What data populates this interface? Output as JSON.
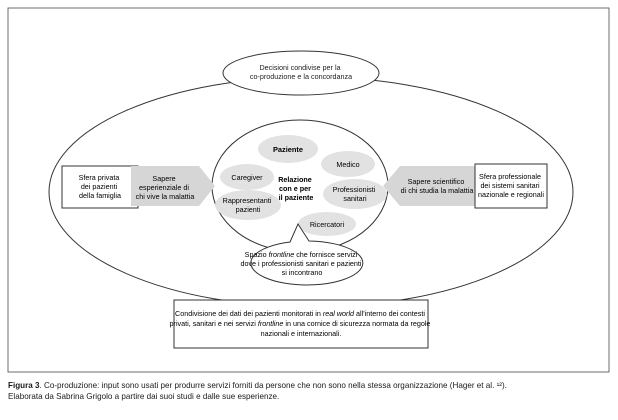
{
  "decisions_box": [
    "Decisioni condivise per la",
    "co-produzione e la concordanza"
  ],
  "left_sphere": [
    "Sfera privata",
    "dei pazienti",
    "della famiglia"
  ],
  "left_knowledge": [
    "Sapere",
    "esperienziale di",
    "chi vive la malattia"
  ],
  "right_knowledge": [
    "Sapere scientifico",
    "di chi studia la malattia"
  ],
  "right_sphere": [
    "Sfera professionale",
    "dei sistemi sanitari",
    "nazionale e regionali"
  ],
  "actors": {
    "paziente": "Paziente",
    "medico": "Medico",
    "caregiver": "Caregiver",
    "center": [
      "Relazione",
      "con e per",
      "il paziente"
    ],
    "professionisti": [
      "Professionisti",
      "sanitari"
    ],
    "rappresentanti": [
      "Rappresentanti",
      "pazienti"
    ],
    "ricercatori": "Ricercatori"
  },
  "frontline_bubble": {
    "line1_before": "Spazio ",
    "line1_italic": "frontline",
    "line1_after": " che fornisce servizi",
    "line2": "dove i professionisti sanitari e pazienti",
    "line3": "si incontrano"
  },
  "bottom_box": {
    "line1_before": "Condivisione dei dati dei pazienti monitorati in ",
    "line1_italic": "real world",
    "line1_after": " all'interno dei contesti",
    "line2_before": "privati, sanitari e nei servizi ",
    "line2_italic": "frontline",
    "line2_after": " in una cornice di sicurezza normata da regole",
    "line3": "nazionali e internazionali."
  },
  "caption": {
    "label": "Figura 3",
    "text": ". Co-produzione: input sono usati per produrre servizi forniti da persone che non sono nella stessa organizzazione (Hager et al. ¹²).",
    "line2": "Elaborata da Sabrina Grigolo a partire dai suoi studi e dalle sue esperienze."
  }
}
